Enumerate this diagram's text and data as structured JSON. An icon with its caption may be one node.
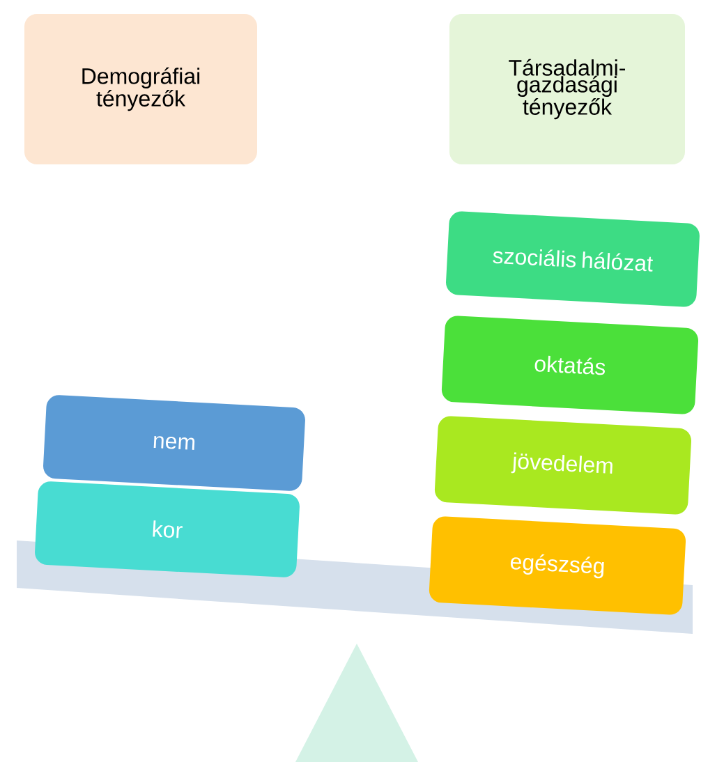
{
  "diagram": {
    "nodes": [
      {
        "text": [
          "Demográfiai tényezők"
        ]
      },
      {
        "text": [
          "Társadalmi-gazdasági tényezők"
        ]
      },
      {
        "text": [
          "szociális hálózat"
        ]
      },
      {
        "text": [
          "oktatás"
        ]
      },
      {
        "text": [
          "nem"
        ]
      },
      {
        "text": [
          "jövedelem"
        ]
      },
      {
        "text": [
          "kor"
        ]
      },
      {
        "text": [
          "egészség"
        ]
      }
    ]
  }
}
